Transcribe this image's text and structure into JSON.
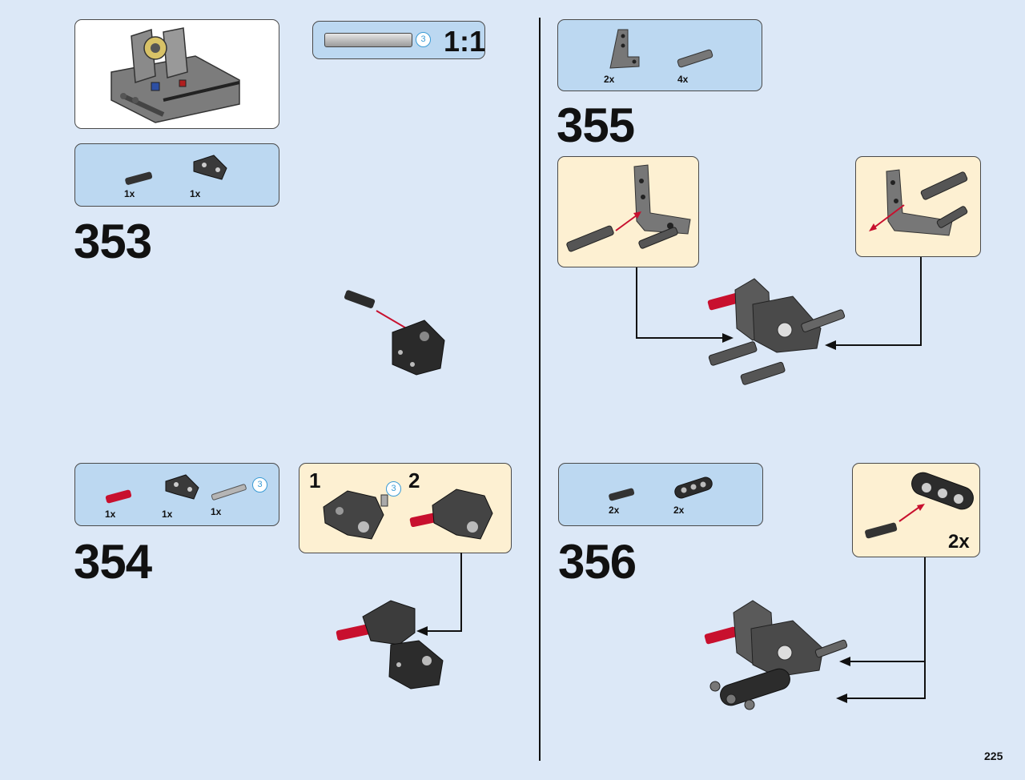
{
  "page_number": "225",
  "scale_box": {
    "length_badge": "3",
    "scale_label": "1:1"
  },
  "steps": {
    "s353": {
      "number": "353",
      "parts": [
        "1x",
        "1x"
      ]
    },
    "s354": {
      "number": "354",
      "parts": [
        "1x",
        "1x",
        "1x"
      ],
      "length_badge": "3",
      "sub_step_1": "1",
      "sub_step_2": "2",
      "sub_badge": "3"
    },
    "s355": {
      "number": "355",
      "parts": [
        "2x",
        "4x"
      ]
    },
    "s356": {
      "number": "356",
      "parts": [
        "2x",
        "2x"
      ],
      "multiplier": "2x"
    }
  },
  "colors": {
    "background": "#dce8f7",
    "parts_panel": "#bcd8f1",
    "sub_panel": "#fdf0d2",
    "accent_red": "#c8102e",
    "badge_blue": "#3a9bd5"
  }
}
